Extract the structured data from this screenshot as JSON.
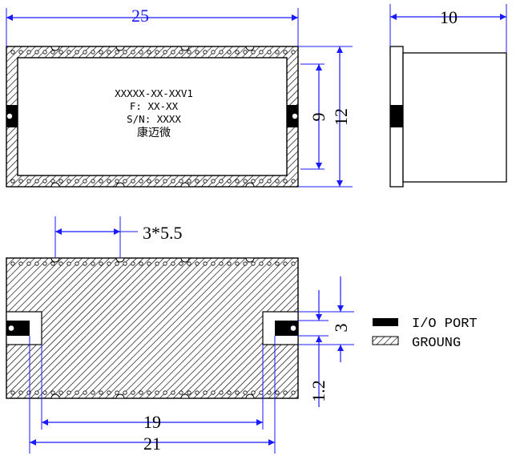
{
  "top_view": {
    "label_lines": [
      "XXXXX-XX-XXV1",
      "F: XX-XX",
      "S/N: XXXX",
      "康迈微"
    ],
    "dim_width": "25",
    "dim_inner_height": "9",
    "dim_outer_height": "12"
  },
  "side_view": {
    "dim_thickness": "10"
  },
  "bottom_view": {
    "dim_pitch": "3*5.5",
    "dim_pad_height": "3",
    "dim_pad_gap": "1.2",
    "dim_pad_span_inner": "19",
    "dim_pad_span_outer": "21"
  },
  "legend": {
    "io_port": "I/O  PORT",
    "ground": "GROUNG"
  },
  "colors": {
    "dimension": "#1a1aff",
    "outline": "#000000",
    "hatch": "#000000"
  }
}
